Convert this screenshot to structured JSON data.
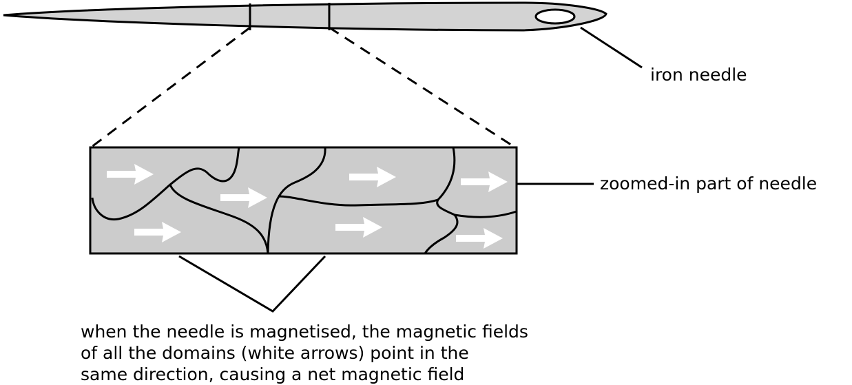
{
  "labels": {
    "needle": "iron needle",
    "zoom": "zoomed-in part of needle"
  },
  "caption": {
    "lines": [
      "when the needle is magnetised, the magnetic fields",
      "of all the domains (white arrows) point in the",
      "same direction, causing a net magnetic field"
    ]
  },
  "colors": {
    "needle_fill": "#d3d3d3",
    "domain_fill": "#cccccc",
    "arrow_fill": "#ffffff",
    "line": "#000000"
  },
  "domain_arrows": {
    "count": 7,
    "direction": "right"
  }
}
